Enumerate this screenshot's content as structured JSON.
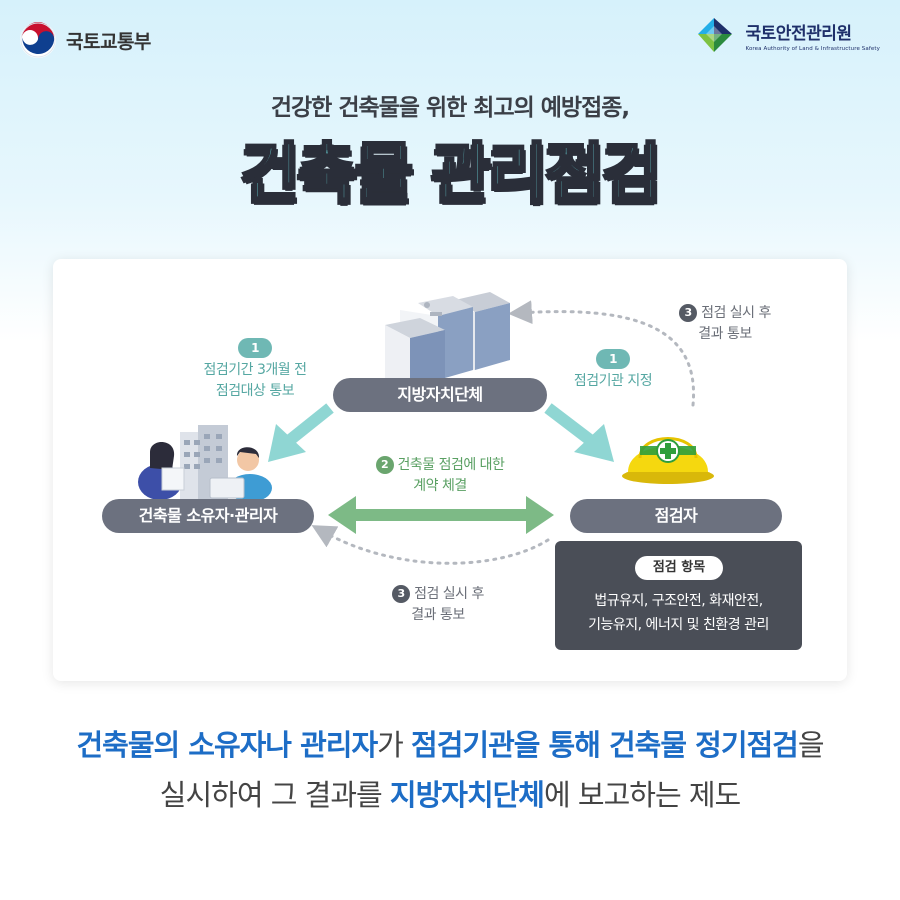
{
  "header": {
    "ministry": "국토교통부",
    "agency_ko": "국토안전관리원",
    "agency_en": "Korea Authority of Land & Infrastructure Safety"
  },
  "subtitle": "건강한 건축물을 위한 최고의 예방접종,",
  "title": "건축물 관리점검",
  "diagram": {
    "local_gov": "지방자치단체",
    "owner": "건축물 소유자·관리자",
    "inspector": "점검자",
    "step1_left_num": "1",
    "step1_left_line1": "점검기간 3개월 전",
    "step1_left_line2": "점검대상 통보",
    "step1_right_num": "1",
    "step1_right": "점검기관 지정",
    "step2_num": "2",
    "step2_line1": "건축물 점검에 대한",
    "step2_line2": "계약 체결",
    "step3_top_num": "3",
    "step3_top_line1": "점검 실시 후",
    "step3_top_line2": "결과 통보",
    "step3_bottom_num": "3",
    "step3_bottom_line1": "점검 실시 후",
    "step3_bottom_line2": "결과 통보",
    "items_title": "점검 항목",
    "items_line1": "법규유지, 구조안전, 화재안전,",
    "items_line2": "기능유지, 에너지 및 친환경 관리"
  },
  "bottom": {
    "l1_a": "건축물의 소유자나 관리자",
    "l1_b": "가 ",
    "l1_c": "점검기관을 통해 건축물 정기점검",
    "l1_d": "을",
    "l2_a": "실시하여 그 결과를 ",
    "l2_b": "지방자치단체",
    "l2_c": "에 보고하는 제도"
  },
  "colors": {
    "title_fill": "#6fe1e4",
    "highlight_blue": "#1d6dc6",
    "teal_arrow": "#8fd6d3",
    "green_arrow": "#7dba86",
    "pill_grey": "#6c717f",
    "helmet_yellow": "#f5d80f",
    "cross_green": "#2f9e3c"
  }
}
